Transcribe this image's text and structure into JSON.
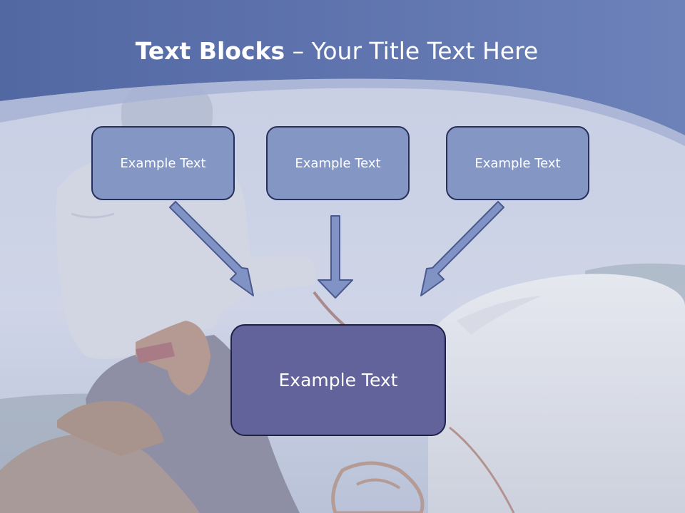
{
  "slide": {
    "title_bold": "Text Blocks",
    "title_separator": " – ",
    "title_rest": "Your Title Text Here"
  },
  "diagram": {
    "top_boxes": [
      {
        "label": "Example Text"
      },
      {
        "label": "Example Text"
      },
      {
        "label": "Example Text"
      }
    ],
    "center_box": {
      "label": "Example Text"
    }
  },
  "colors": {
    "header_band": "#5a6fa8",
    "small_box_fill": "#8496c4",
    "center_box_fill": "#61639a",
    "arrow_fill": "#8193c4"
  }
}
